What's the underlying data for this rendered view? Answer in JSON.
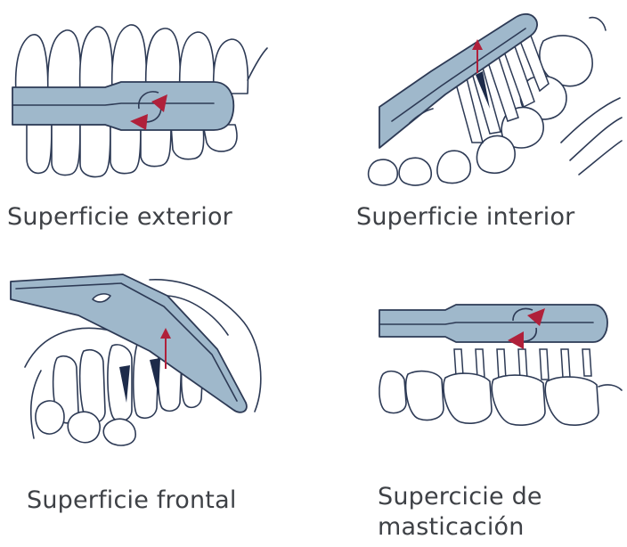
{
  "colors": {
    "brush": "#9fb8cb",
    "outline": "#2d3a55",
    "arrow": "#b0203a",
    "caption": "#3e4146",
    "background": "#ffffff"
  },
  "panels": [
    {
      "caption": "Superficie exterior",
      "icon": "rotation-arrows-icon"
    },
    {
      "caption": "Superficie interior",
      "icon": "up-arrow-icon"
    },
    {
      "caption": "Superficie frontal",
      "icon": "up-arrow-icon"
    },
    {
      "caption_line1": "Supercicie de",
      "caption_line2": "masticación",
      "icon": "rotation-arrows-icon"
    }
  ]
}
